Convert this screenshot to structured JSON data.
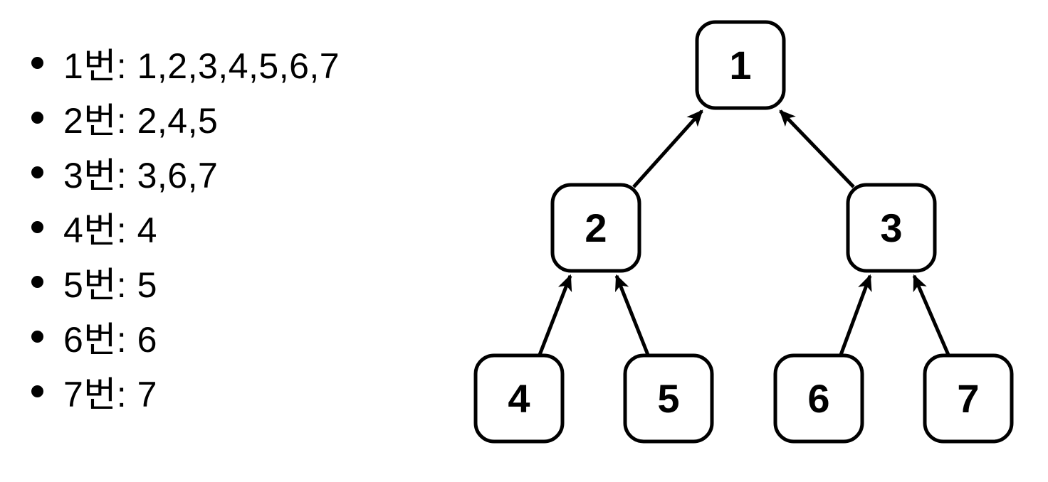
{
  "colors": {
    "ink": "#000000",
    "background": "#ffffff",
    "node_fill": "#ffffff"
  },
  "list": {
    "items": [
      "1번: 1,2,3,4,5,6,7",
      "2번: 2,4,5",
      "3번: 3,6,7",
      "4번: 4",
      "5번: 5",
      "6번: 6",
      "7번: 7"
    ]
  },
  "tree": {
    "nodes": [
      {
        "id": "1",
        "label": "1"
      },
      {
        "id": "2",
        "label": "2"
      },
      {
        "id": "3",
        "label": "3"
      },
      {
        "id": "4",
        "label": "4"
      },
      {
        "id": "5",
        "label": "5"
      },
      {
        "id": "6",
        "label": "6"
      },
      {
        "id": "7",
        "label": "7"
      }
    ],
    "edges": [
      {
        "from": "2",
        "to": "1"
      },
      {
        "from": "3",
        "to": "1"
      },
      {
        "from": "4",
        "to": "2"
      },
      {
        "from": "5",
        "to": "2"
      },
      {
        "from": "6",
        "to": "3"
      },
      {
        "from": "7",
        "to": "3"
      }
    ]
  }
}
